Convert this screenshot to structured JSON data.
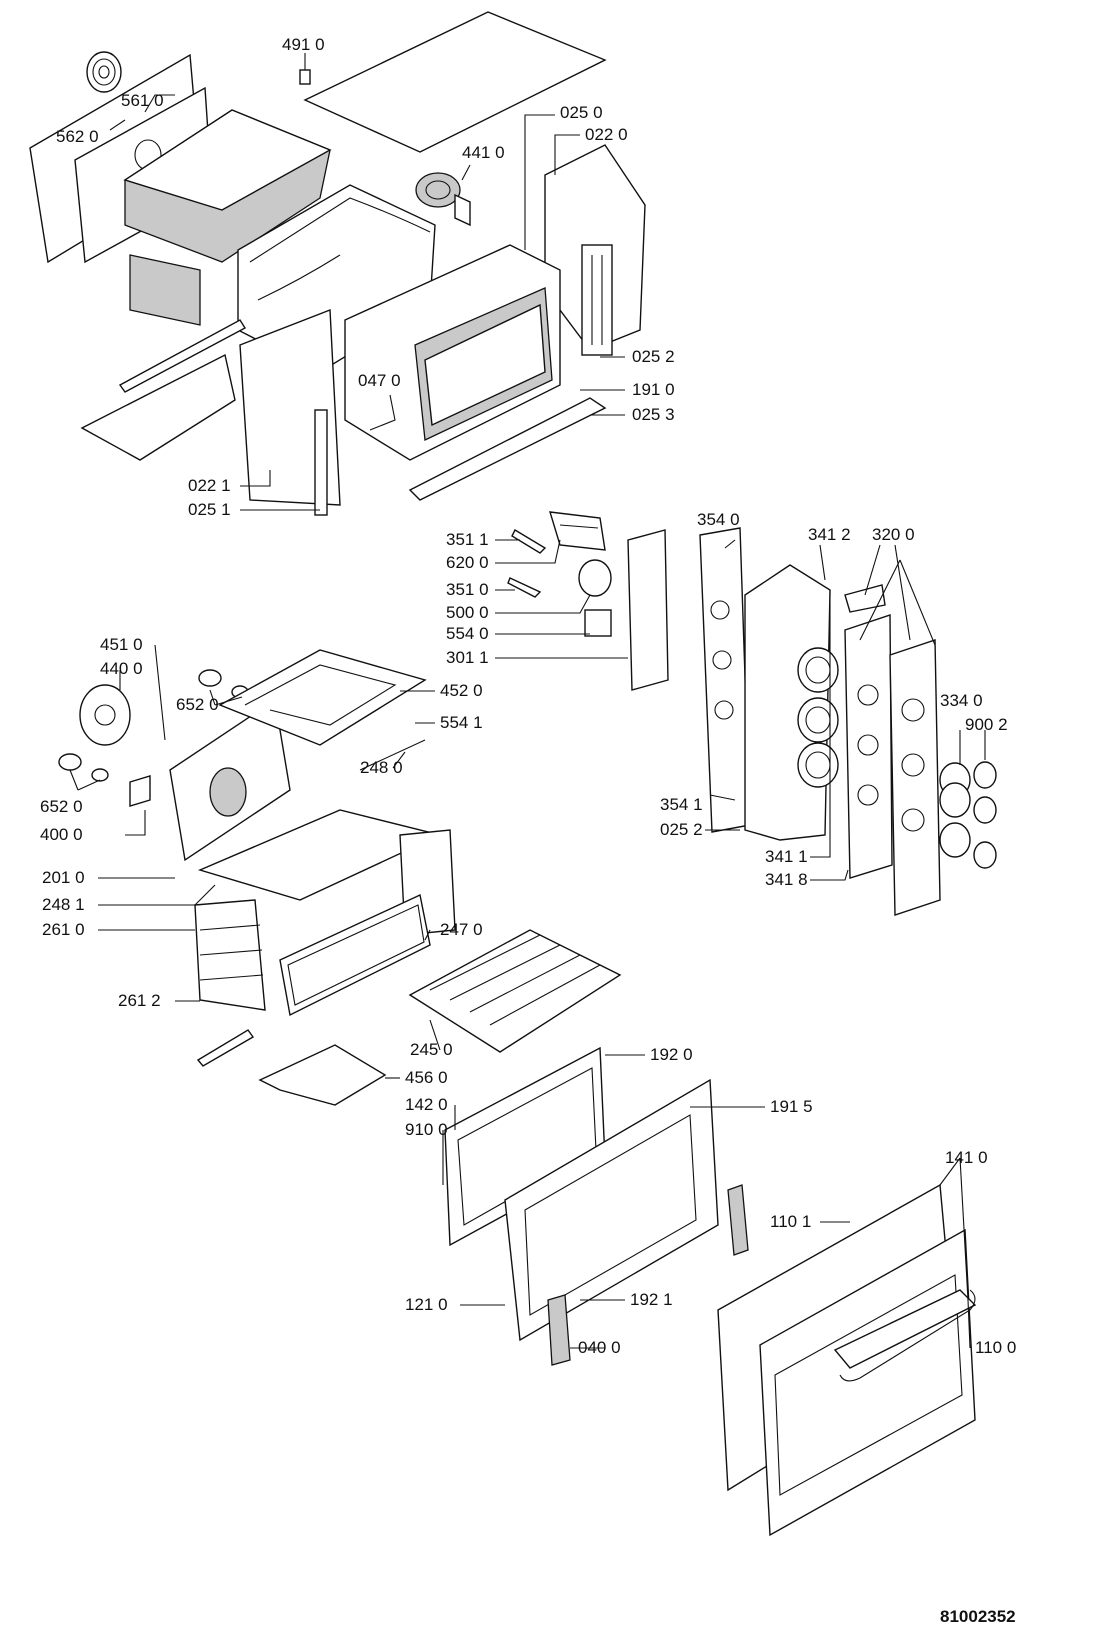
{
  "diagram": {
    "code": "81002352",
    "labels": {
      "l4910": "491 0",
      "l5610": "561 0",
      "l5620": "562 0",
      "l0250": "025 0",
      "l0220": "022 0",
      "l4410": "441 0",
      "l0252a": "025 2",
      "l0470": "047 0",
      "l1910": "191 0",
      "l0253": "025 3",
      "l0221": "022 1",
      "l0251": "025 1",
      "l3511a": "351 1",
      "l6200": "620 0",
      "l3510": "351 0",
      "l5000": "500 0",
      "l5540": "554 0",
      "l3011": "301 1",
      "l3540": "354 0",
      "l3412": "341 2",
      "l3200": "320 0",
      "l4510": "451 0",
      "l4400": "440 0",
      "l6520a": "652 0",
      "l4520": "452 0",
      "l5541": "554 1",
      "l6520b": "652 0",
      "l4000": "400 0",
      "l2480": "248 0",
      "l2010": "201 0",
      "l2481": "248 1",
      "l2610": "261 0",
      "l2470": "247 0",
      "l2612": "261 2",
      "l2450": "245 0",
      "l4560": "456 0",
      "l3340": "334 0",
      "l9002": "900 2",
      "l3541": "354 1",
      "l0252b": "025 2",
      "l3411": "341 1",
      "l3418": "341 8",
      "l1920": "192 0",
      "l1420": "142 0",
      "l1915": "191 5",
      "l9100": "910 0",
      "l1410": "141 0",
      "l1101": "110 1",
      "l1210": "121 0",
      "l1921": "192 1",
      "l0400": "040 0",
      "l1100": "110 0"
    }
  }
}
